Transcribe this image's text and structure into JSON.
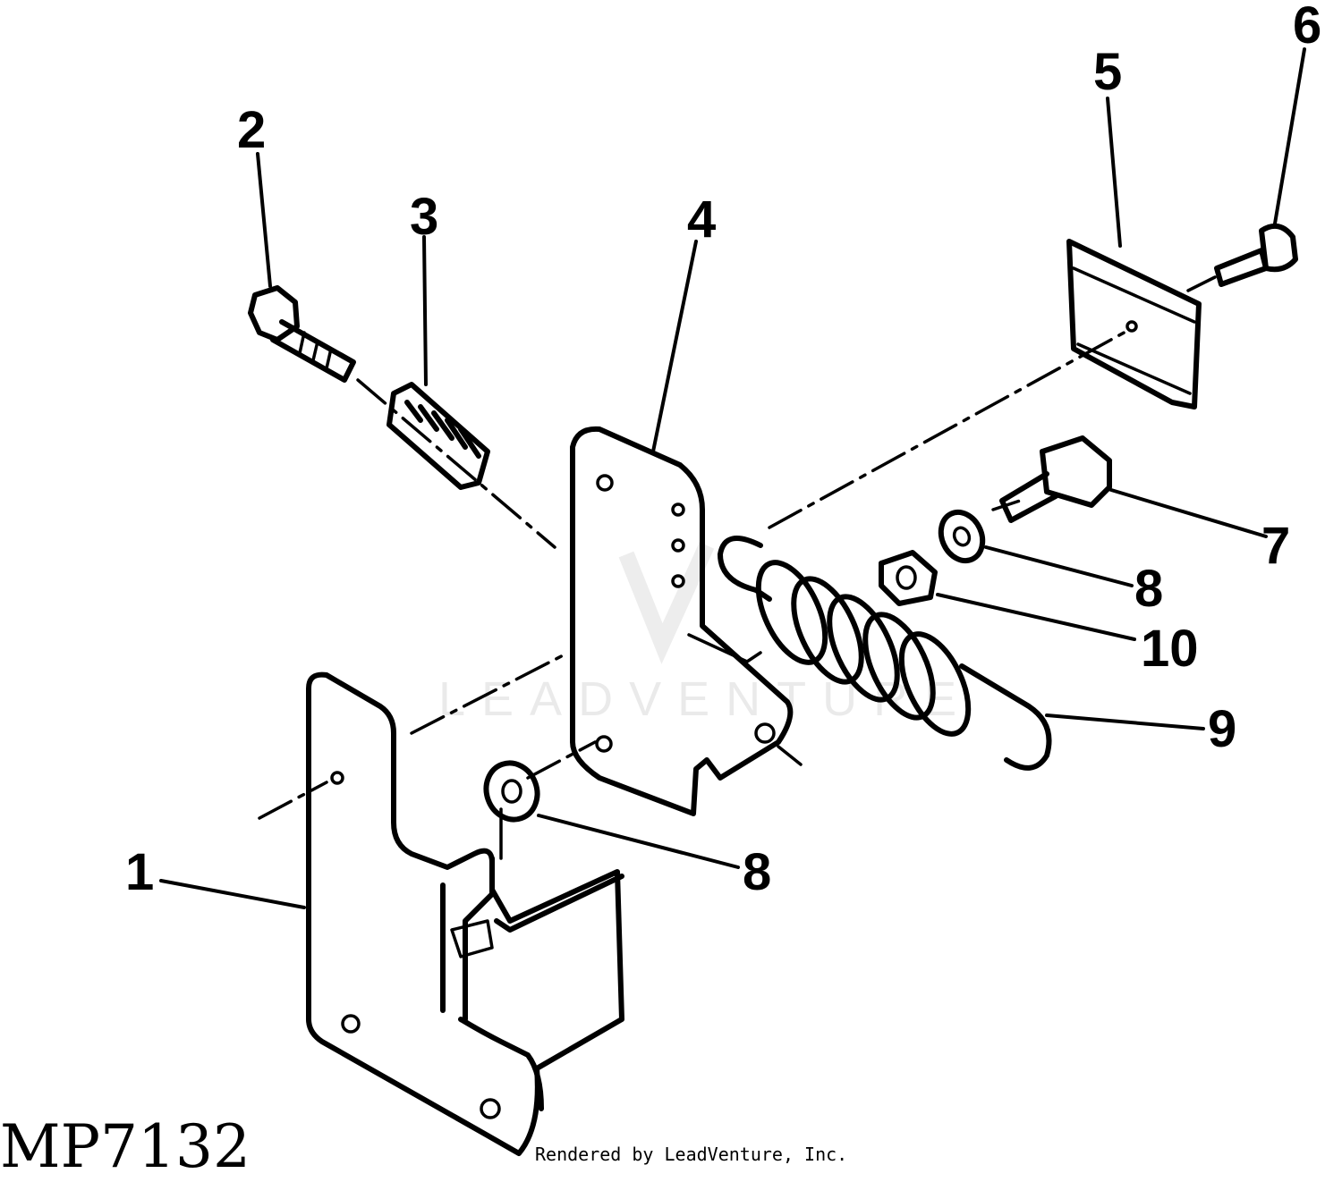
{
  "callouts": [
    {
      "id": "c1",
      "label": "1"
    },
    {
      "id": "c2",
      "label": "2"
    },
    {
      "id": "c3",
      "label": "3"
    },
    {
      "id": "c4",
      "label": "4"
    },
    {
      "id": "c5",
      "label": "5"
    },
    {
      "id": "c6",
      "label": "6"
    },
    {
      "id": "c7",
      "label": "7"
    },
    {
      "id": "c8a",
      "label": "8"
    },
    {
      "id": "c8b",
      "label": "8"
    },
    {
      "id": "c9",
      "label": "9"
    },
    {
      "id": "c10",
      "label": "10"
    }
  ],
  "figure_id": "MP7132",
  "watermark_text": "LEADVENTURE",
  "credit": "Rendered by LeadVenture, Inc."
}
